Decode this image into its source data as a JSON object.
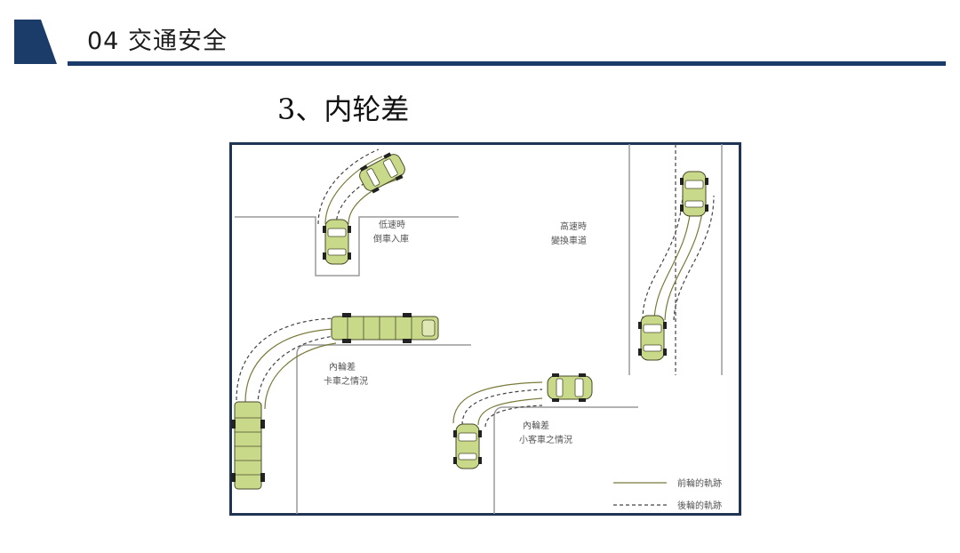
{
  "header": {
    "section_title": "04 交通安全",
    "accent_color": "#1b3c68"
  },
  "slide": {
    "title": "3、内轮差"
  },
  "diagram": {
    "labels": {
      "low_speed_line1": "低速時",
      "low_speed_line2": "倒車入庫",
      "high_speed_line1": "高速時",
      "high_speed_line2": "變換車道",
      "truck_line1": "內輪差",
      "truck_line2": "卡車之情況",
      "car_line1": "內輪差",
      "car_line2": "小客車之情況"
    },
    "legend": {
      "front": "前輪的軌跡",
      "rear": "後輪的軌跡"
    },
    "colors": {
      "frame": "#1f3553",
      "vehicle": "#c9d98a",
      "vehicle_dark": "#8ea24a",
      "road": "#9a9a9a",
      "front_track": "#7a7a3a",
      "rear_track": "#444444"
    }
  }
}
